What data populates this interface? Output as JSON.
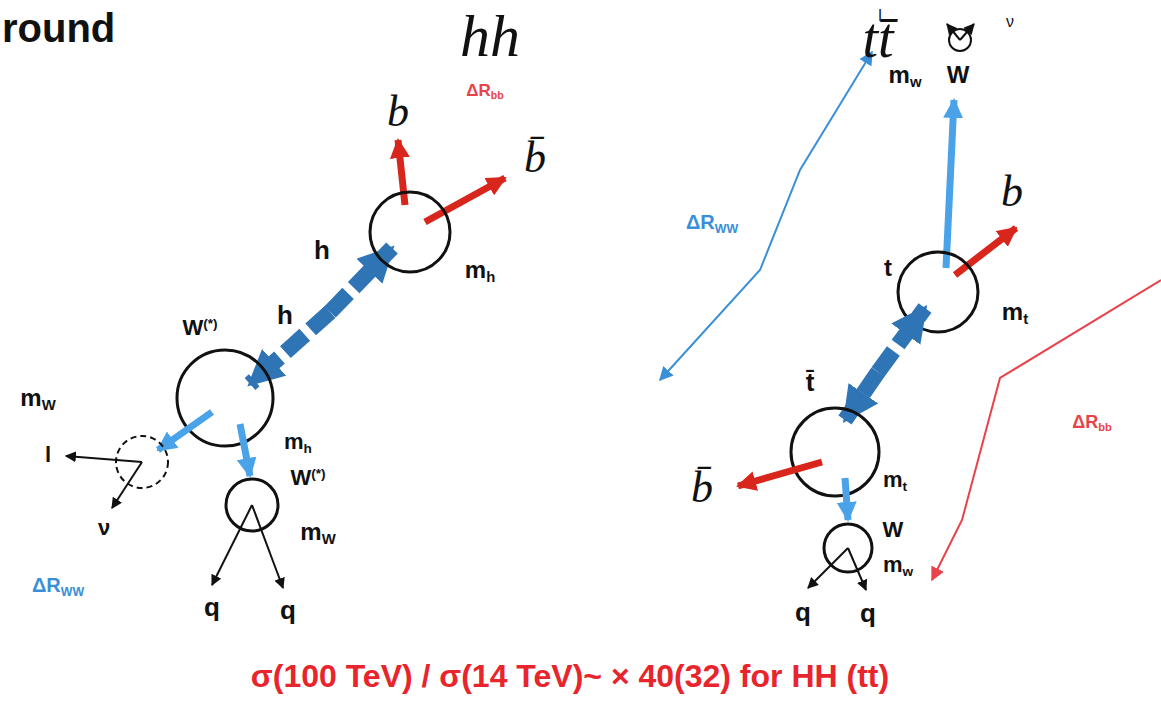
{
  "diagram": {
    "caption": "σ(100 TeV) / σ(14 TeV)~ × 40(32) for HH (tt)",
    "labels": [
      "round",
      "hh",
      "tt̄",
      "ΔRbb",
      "b",
      "b̄",
      "h",
      "mh",
      "h",
      "W(*)",
      "mW",
      "mh",
      "l",
      "ν",
      "W(*)",
      "mW",
      "ΔRWW",
      "q",
      "q",
      "l",
      "ν",
      "mw",
      "W",
      "ΔRWW",
      "b",
      "t",
      "mt",
      "t̄",
      "mt",
      "b̄",
      "ΔRbb",
      "W",
      "mw",
      "q",
      "q"
    ]
  }
}
